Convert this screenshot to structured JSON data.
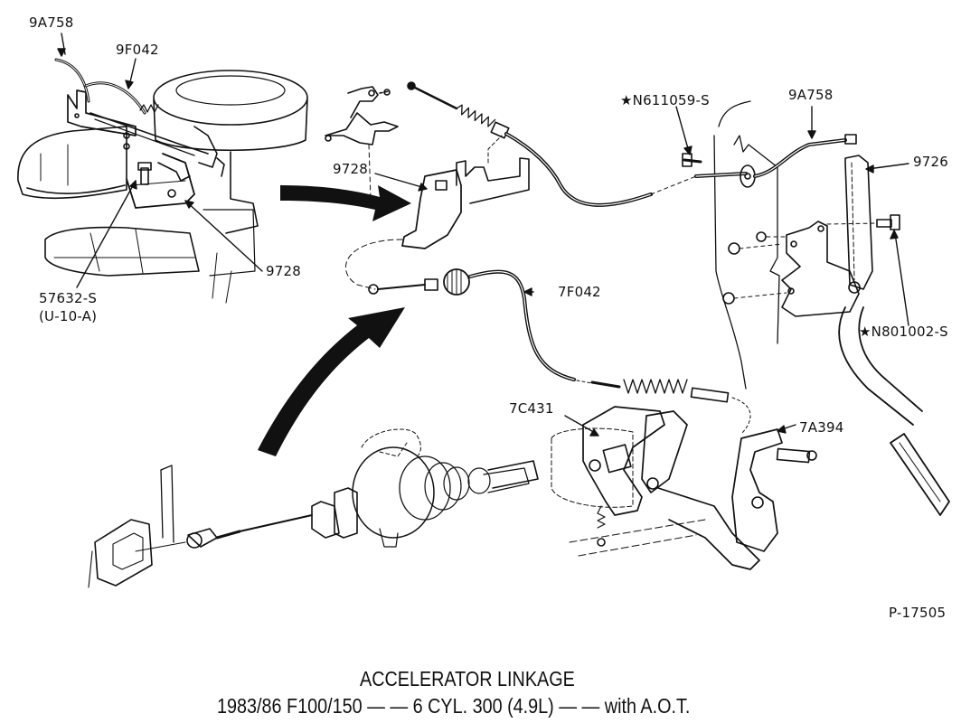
{
  "diagram": {
    "title": "ACCELERATOR LINKAGE",
    "subtitle": "1983/86 F100/150 — — 6 CYL. 300 (4.9L) — — with A.O.T.",
    "figure_number": "P-17505",
    "colors": {
      "ink": "#111111",
      "paper": "#ffffff"
    },
    "part_labels": [
      {
        "id": "9A758-engine",
        "text": "9A758",
        "part": "accelerator cable (engine end)"
      },
      {
        "id": "9F042",
        "text": "9F042",
        "part": "cable bracket"
      },
      {
        "id": "9728-engine",
        "text": "9728",
        "part": "bracket"
      },
      {
        "id": "57632-S",
        "text": "57632-S",
        "part": "bolt"
      },
      {
        "id": "U-10-A",
        "text": "(U-10-A)",
        "part": "bolt spec"
      },
      {
        "id": "9728-detail",
        "text": "9728",
        "part": "bracket (detail)"
      },
      {
        "id": "N611059-S",
        "text": "★N611059-S",
        "part": "screw"
      },
      {
        "id": "9A758-pedal",
        "text": "9A758",
        "part": "accelerator cable (pedal end)"
      },
      {
        "id": "9726",
        "text": "9726",
        "part": "accelerator pedal"
      },
      {
        "id": "N801002-S",
        "text": "★N801002-S",
        "part": "bolt"
      },
      {
        "id": "7F042",
        "text": "7F042",
        "part": "kickdown cable"
      },
      {
        "id": "7C431",
        "text": "7C431",
        "part": "transmission lever"
      },
      {
        "id": "7A394",
        "text": "7A394",
        "part": "lever/link"
      }
    ]
  }
}
